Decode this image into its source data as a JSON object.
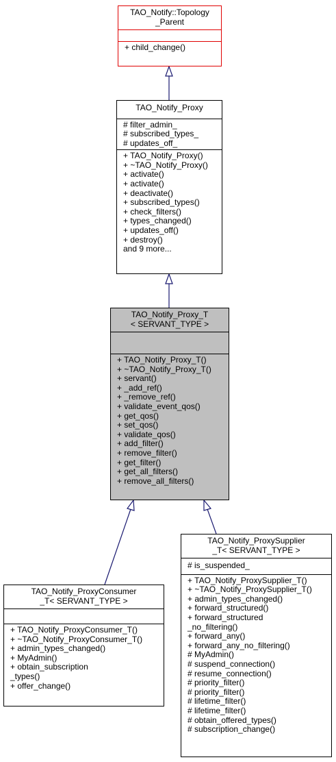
{
  "diagram": {
    "classes": {
      "topology_parent": {
        "title": [
          "TAO_Notify::Topology",
          "_Parent"
        ],
        "attributes": [],
        "operations": [
          "+ child_change()"
        ]
      },
      "proxy": {
        "title": [
          "TAO_Notify_Proxy"
        ],
        "attributes": [
          "# filter_admin_",
          "# subscribed_types_",
          "# updates_off_"
        ],
        "operations": [
          "+ TAO_Notify_Proxy()",
          "+ ~TAO_Notify_Proxy()",
          "+ activate()",
          "+ activate()",
          "+ deactivate()",
          "+ subscribed_types()",
          "+ check_filters()",
          "+ types_changed()",
          "+ updates_off()",
          "+ destroy()",
          "and 9 more..."
        ]
      },
      "proxy_t": {
        "title": [
          "TAO_Notify_Proxy_T",
          "< SERVANT_TYPE >"
        ],
        "attributes": [],
        "operations": [
          "+ TAO_Notify_Proxy_T()",
          "+ ~TAO_Notify_Proxy_T()",
          "+ servant()",
          "+ _add_ref()",
          "+ _remove_ref()",
          "+ validate_event_qos()",
          "+ get_qos()",
          "+ set_qos()",
          "+ validate_qos()",
          "+ add_filter()",
          "+ remove_filter()",
          "+ get_filter()",
          "+ get_all_filters()",
          "+ remove_all_filters()"
        ]
      },
      "proxy_consumer_t": {
        "title": [
          "TAO_Notify_ProxyConsumer",
          "_T< SERVANT_TYPE >"
        ],
        "attributes": [],
        "operations": [
          "+ TAO_Notify_ProxyConsumer_T()",
          "+ ~TAO_Notify_ProxyConsumer_T()",
          "+ admin_types_changed()",
          "+ MyAdmin()",
          "+ obtain_subscription",
          "_types()",
          "+ offer_change()"
        ]
      },
      "proxy_supplier_t": {
        "title": [
          "TAO_Notify_ProxySupplier",
          "_T< SERVANT_TYPE >"
        ],
        "attributes": [
          "# is_suspended_"
        ],
        "operations": [
          "+ TAO_Notify_ProxySupplier_T()",
          "+ ~TAO_Notify_ProxySupplier_T()",
          "+ admin_types_changed()",
          "+ forward_structured()",
          "+ forward_structured",
          "_no_filtering()",
          "+ forward_any()",
          "+ forward_any_no_filtering()",
          "# MyAdmin()",
          "# suspend_connection()",
          "# resume_connection()",
          "# priority_filter()",
          "# priority_filter()",
          "# lifetime_filter()",
          "# lifetime_filter()",
          "# obtain_offered_types()",
          "# subscription_change()"
        ]
      }
    },
    "edge_color": "#191970",
    "focus_fill": "#bfbfbf",
    "root_border": "#e00000"
  }
}
